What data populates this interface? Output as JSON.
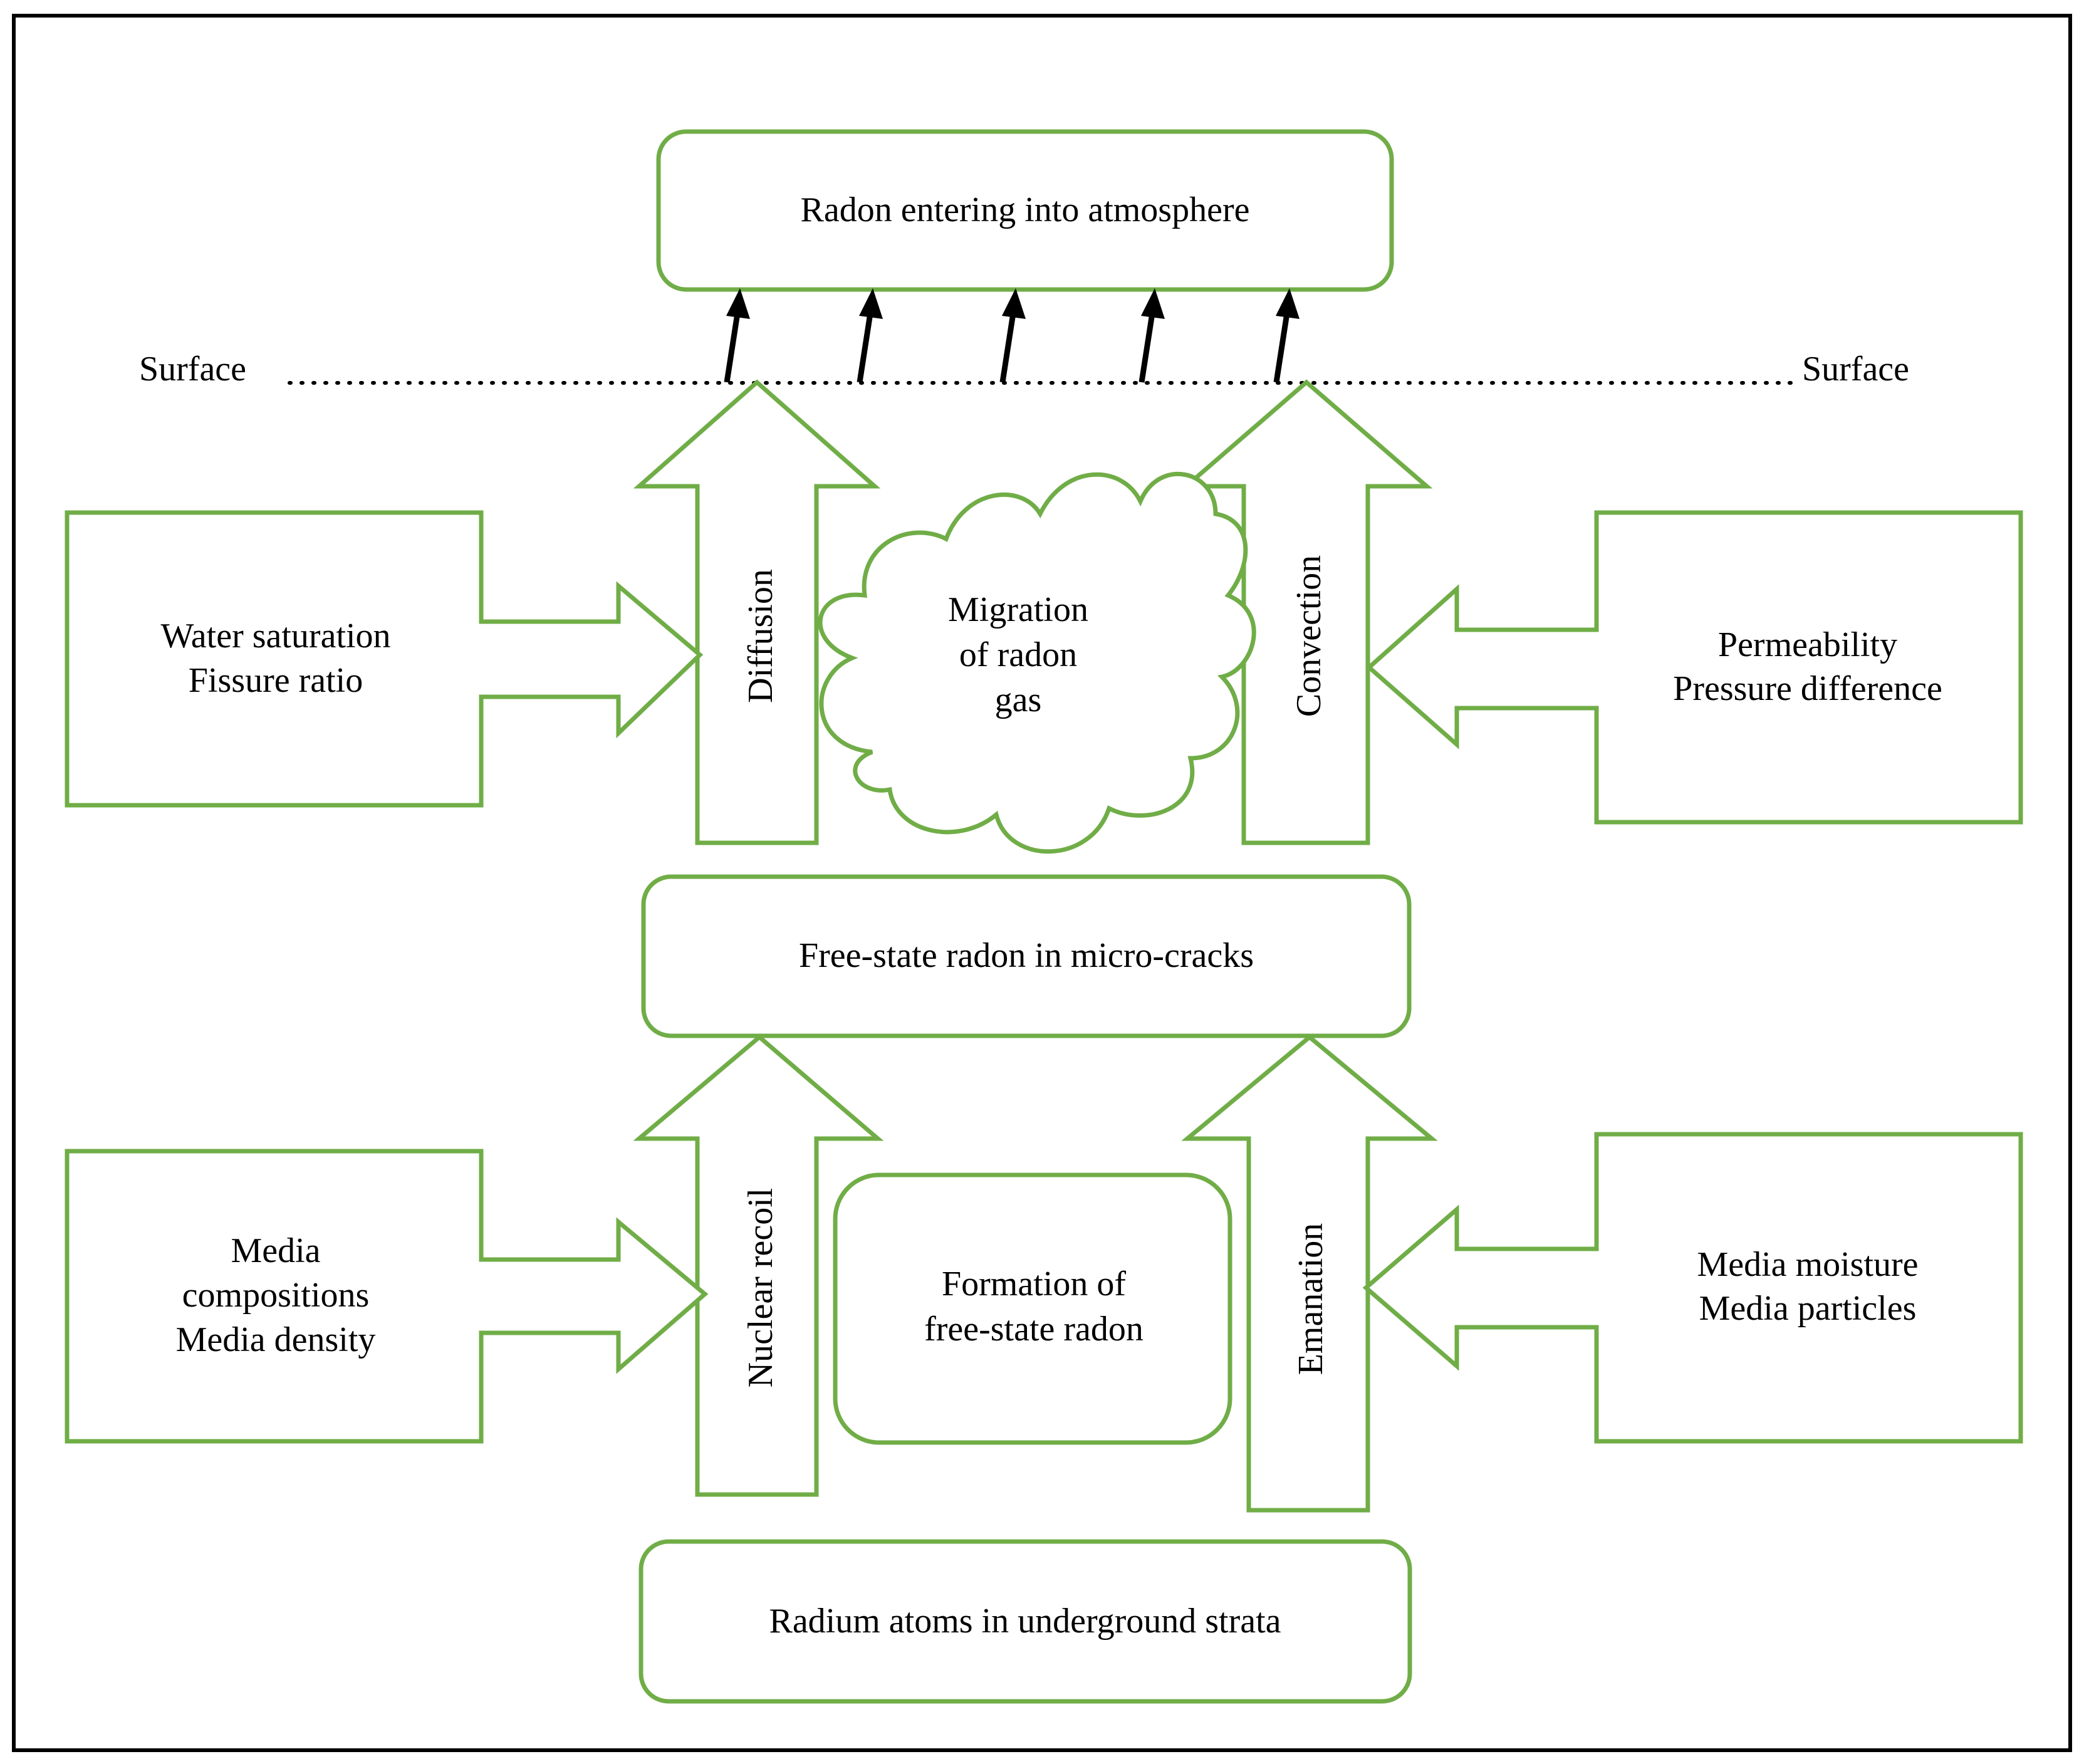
{
  "surface": {
    "left_label": "Surface",
    "right_label": "Surface"
  },
  "top_box": {
    "label": "Radon entering into atmosphere"
  },
  "middle_box": {
    "label": "Free-state radon in micro-cracks"
  },
  "bottom_box": {
    "label": "Radium atoms in underground strata"
  },
  "cloud": {
    "lines": [
      "Migration",
      "of radon",
      "gas"
    ]
  },
  "formation_box": {
    "lines": [
      "Formation of",
      "free-state radon"
    ]
  },
  "up_arrows": {
    "diffusion": "Diffusion",
    "convection": "Convection",
    "nuclear_recoil": "Nuclear recoil",
    "emanation": "Emanation"
  },
  "factor_boxes": {
    "upper_left": [
      "Water saturation",
      "Fissure ratio"
    ],
    "upper_right": [
      "Permeability",
      "Pressure difference"
    ],
    "lower_left": [
      "Media",
      "compositions",
      "Media density"
    ],
    "lower_right": [
      "Media moisture",
      "Media particles"
    ]
  },
  "colors": {
    "box_stroke": "#70ad47",
    "frame": "#000000",
    "emission_arrows": "#000000"
  },
  "icons": {
    "emission_arrow": "arrow-up-icon"
  }
}
